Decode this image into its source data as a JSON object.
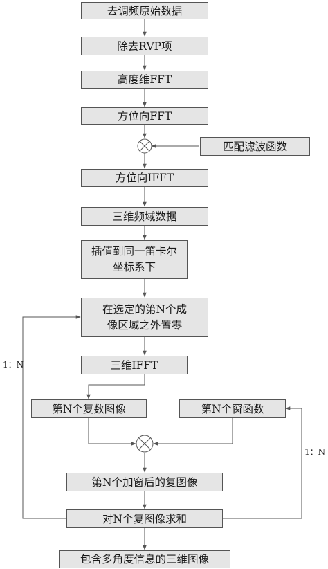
{
  "steps": {
    "dechirp": "去调频原始数据",
    "rvp": "除去RVP项",
    "range_fft": "高度维FFT",
    "azimuth_fft": "方位向FFT",
    "matched_filter": "匹配滤波函数",
    "azimuth_ifft": "方位向IFFT",
    "freq_data": "三维频域数据",
    "interp_line1": "插值到同一笛卡尔",
    "interp_line2": "坐标系下",
    "zero_line1": "在选定的第N个成",
    "zero_line2": "像区域之外置零",
    "ifft3d": "三维IFFT",
    "complex_image": "第N个复数图像",
    "window_func": "第N个窗函数",
    "windowed_image": "第N个加窗后的复图像",
    "sum_images": "对N个复图像求和",
    "result": "包含多角度信息的三维图像"
  },
  "loops": {
    "left_label": "1：N",
    "right_label": "1：N"
  },
  "symbols": {
    "multiply": "multiply-circle-icon"
  }
}
